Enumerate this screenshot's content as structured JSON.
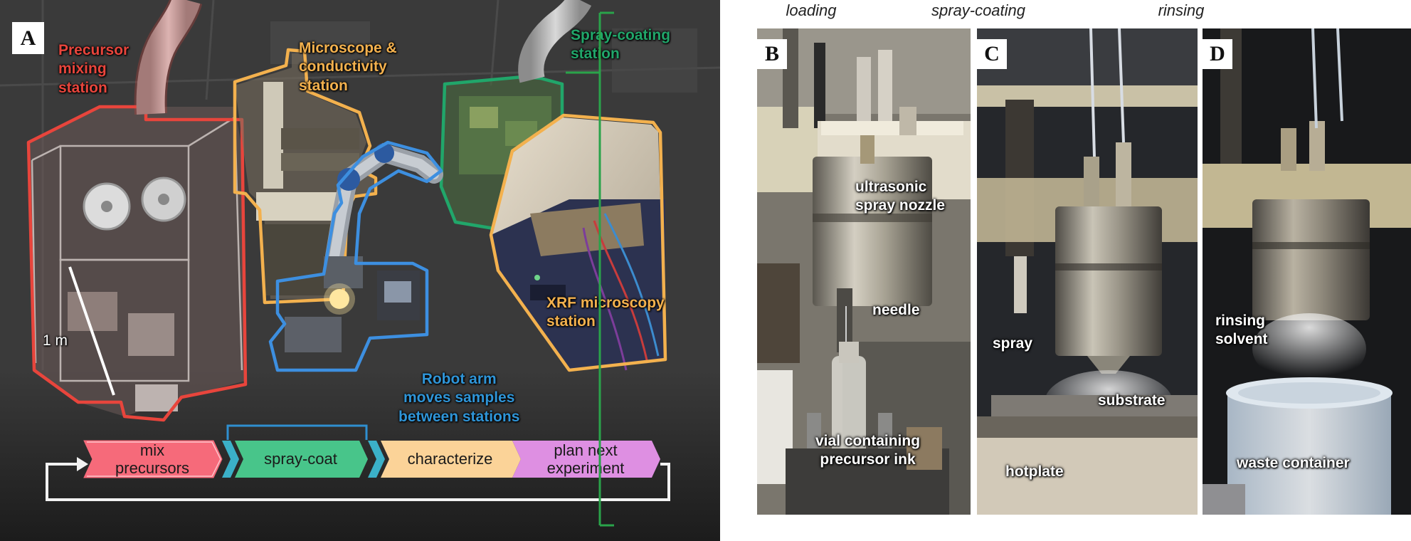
{
  "panel_a": {
    "letter": "A",
    "labels": {
      "precursor_mixing": "Precursor\nmixing\nstation",
      "microscope": "Microscope &\nconductivity\nstation",
      "spray_coating": "Spray-coating\nstation",
      "xrf": "XRF microscopy\nstation",
      "robot_arm": "Robot arm\nmoves samples\nbetween stations",
      "scale": "1 m"
    },
    "flow": {
      "mix": "mix\nprecursors",
      "spray": "spray-coat",
      "characterize": "characterize",
      "plan": "plan next\nexperiment"
    }
  },
  "panel_b": {
    "letter": "B",
    "title": "loading",
    "labels": {
      "nozzle": "ultrasonic\nspray nozzle",
      "needle": "needle",
      "vial": "vial containing\nprecursor ink"
    }
  },
  "panel_c": {
    "letter": "C",
    "title": "spray-coating",
    "labels": {
      "spray": "spray",
      "substrate": "substrate",
      "hotplate": "hotplate"
    }
  },
  "panel_d": {
    "letter": "D",
    "title": "rinsing",
    "labels": {
      "solvent": "rinsing\nsolvent",
      "waste": "waste container"
    }
  },
  "colors": {
    "precursor_red": "#e8453c",
    "microscope_orange": "#f3b14e",
    "spray_green": "#21a66a",
    "robot_blue": "#3d8fe0",
    "xrf_orange": "#f3b14e",
    "connector_green": "#2aa34a",
    "flow_mix": "#f66a7a",
    "flow_spray": "#48c58a",
    "flow_characterize": "#fbd398",
    "flow_plan": "#de8fe2"
  }
}
